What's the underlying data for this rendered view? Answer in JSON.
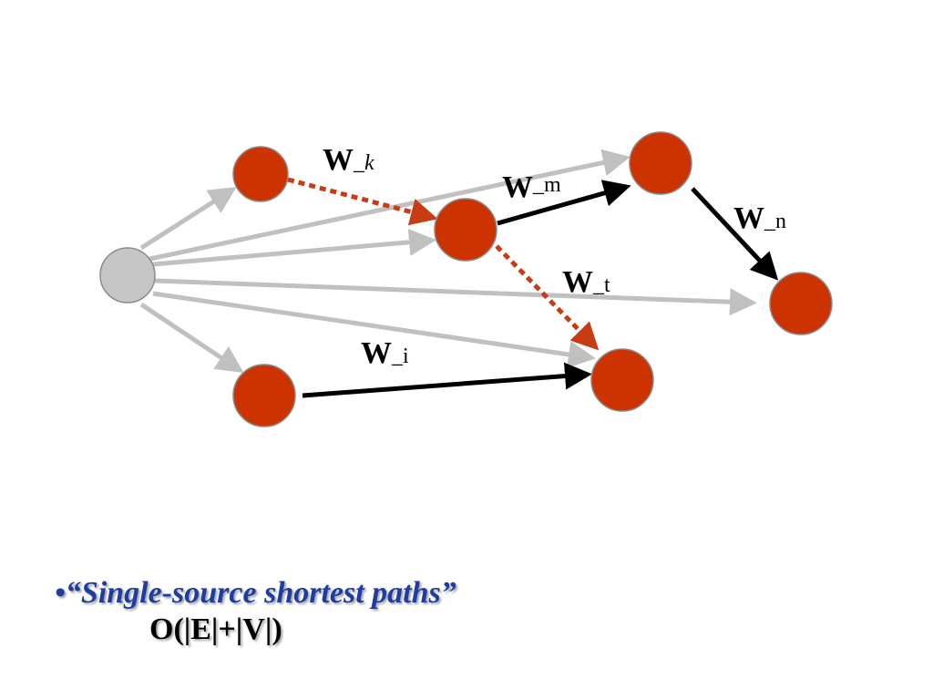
{
  "colors": {
    "source_node": "#c6c6c6",
    "node": "#cc3300",
    "gray_edge": "#c0c0c0",
    "path_edge": "#000000",
    "relaxation_edge": "#c83c14",
    "caption_blue": "#1f3da0"
  },
  "edge_labels": {
    "w_k": {
      "main": "W",
      "sub": "_k"
    },
    "w_m": {
      "main": "W",
      "sub": "_m"
    },
    "w_n": {
      "main": "W",
      "sub": "_n"
    },
    "w_t": {
      "main": "W",
      "sub": "_t"
    },
    "w_i": {
      "main": "W",
      "sub": "_i"
    }
  },
  "caption": {
    "bullet": "•",
    "text": "“Single-source shortest paths”",
    "complexity": "O(|E|+|V|)"
  }
}
